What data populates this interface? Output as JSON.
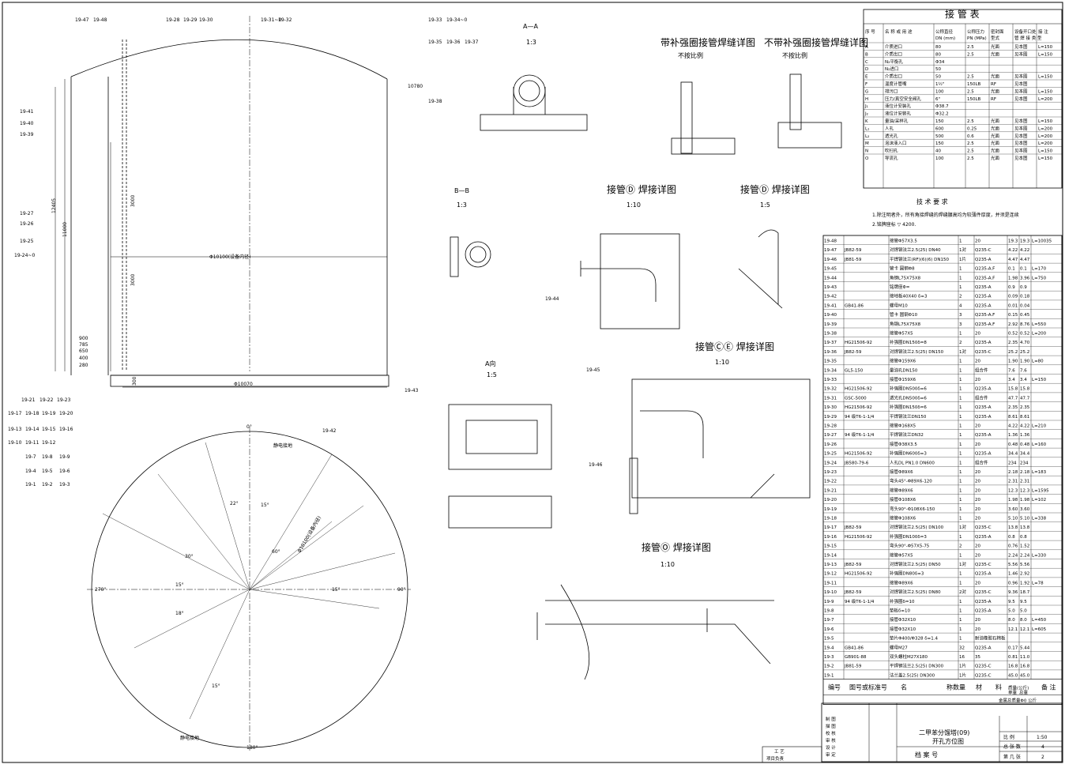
{
  "nozzle_table": {
    "title": "接 管 表",
    "headers": [
      "序 号",
      "名 称 或 用 途",
      "公称直径",
      "公称压力",
      "密封面",
      "设备开口处",
      "接 注"
    ],
    "header_units": [
      "DN (mm)",
      "PN (MPa)",
      "型式",
      "管 焊 接 类 型"
    ],
    "rows": [
      [
        "A",
        "介质进口",
        "80",
        "2.5",
        "光面",
        "见本图",
        "L=150"
      ],
      [
        "B",
        "介质出口",
        "80",
        "2.5",
        "光面",
        "见本图",
        "L=150"
      ],
      [
        "C",
        "N₂平衡孔",
        "Φ34",
        "",
        "",
        "",
        ""
      ],
      [
        "D",
        "N₂进口",
        "50",
        "",
        "",
        "",
        ""
      ],
      [
        "E",
        "介质出口",
        "50",
        "2.5",
        "光面",
        "见本图",
        "L=150"
      ],
      [
        "F",
        "温度计管嘴",
        "1½\"",
        "150LB",
        "RF",
        "见本图",
        ""
      ],
      [
        "G",
        "排污口",
        "100",
        "2.5",
        "光面",
        "见本图",
        "L=150"
      ],
      [
        "H",
        "压力/真空安全阀孔",
        "6\"",
        "150LB",
        "RF",
        "见本图",
        "L=200"
      ],
      [
        "J₁",
        "液位计安装孔",
        "Φ38.7",
        "",
        "",
        "",
        ""
      ],
      [
        "J₂",
        "液位计安装孔",
        "Φ32.2",
        "",
        "",
        "",
        ""
      ],
      [
        "K",
        "量油/采样孔",
        "150",
        "2.5",
        "光面",
        "见本图",
        "L=150"
      ],
      [
        "L₁",
        "人孔",
        "600",
        "0.25",
        "光面",
        "见本图",
        "L=200"
      ],
      [
        "L₂",
        "透光孔",
        "500",
        "0.6",
        "光面",
        "见本图",
        "L=200"
      ],
      [
        "M",
        "泡沫液入口",
        "150",
        "2.5",
        "光面",
        "见本图",
        "L=200"
      ],
      [
        "N",
        "吹扫孔",
        "40",
        "2.5",
        "光面",
        "见本图",
        "L=150"
      ],
      [
        "O",
        "导流孔",
        "100",
        "2.5",
        "光面",
        "见本图",
        "L=150"
      ]
    ]
  },
  "tech_req": {
    "title": "技 术 要 求",
    "lines": [
      "1.除注明者外，所有角接焊缝的焊缝腰高均为较薄件厚度，并须是连续",
      "2.铭牌座标 ▽ 4200."
    ]
  },
  "views": {
    "aa_title": "A—A",
    "aa_scale": "1:3",
    "bb_title": "B—B",
    "bb_scale": "1:3",
    "a_dir_title": "A向",
    "a_dir_scale": "1:5",
    "weld1_title": "带补强圈接管焊缝详图",
    "weld1_scale": "不按比例",
    "weld2_title": "不带补强圈接管焊缝详图",
    "weld2_scale": "不按比例",
    "d1_title": "接管Ⓓ 焊接详图",
    "d1_scale": "1:10",
    "d2_title": "接管Ⓓ 焊接详图",
    "d2_scale": "1:5",
    "d3_title": "接管ⒸⒺ 焊接详图",
    "d3_scale": "1:10",
    "d4_title": "接管Ⓞ 焊接详图",
    "d4_scale": "1:10"
  },
  "tank": {
    "inner_dia": "Φ10100(设备内径)",
    "outer_dia": "Φ10070",
    "height": "11000",
    "total_height": "12405",
    "elev_10780": "10780",
    "half_3000": "3000",
    "bottom_300": "300",
    "levels": [
      "900",
      "785",
      "650",
      "400",
      "280"
    ],
    "plan_dia": "Φ10100(设备内径)",
    "angles": [
      "0°",
      "90°",
      "180°",
      "270°",
      "22°",
      "15°",
      "60°",
      "30°",
      "15°",
      "18°",
      "15°",
      "15°"
    ],
    "grounding": "静电接地"
  },
  "part_labels": [
    "19-47",
    "19-48",
    "19-28",
    "19-29",
    "19-30",
    "19-31~0",
    "19-32",
    "19-33",
    "19-34~0",
    "19-35",
    "19-36",
    "19-37",
    "19-38",
    "19-41",
    "19-40",
    "19-39",
    "19-27",
    "19-26",
    "19-25",
    "19-24~0",
    "19-21",
    "19-22",
    "19-23",
    "19-17",
    "19-18",
    "19-19",
    "19-20",
    "19-13",
    "19-14",
    "19-15",
    "19-16",
    "19-10",
    "19-11",
    "19-12",
    "19-7",
    "19-8",
    "19-9",
    "19-4",
    "19-5",
    "19-6",
    "19-1",
    "19-2",
    "19-3",
    "19-42",
    "19-43",
    "19-44",
    "19-45",
    "19-46"
  ],
  "bom": {
    "rows": [
      [
        "19-48",
        "",
        "接管Φ57X3.5",
        "1",
        "20",
        "19.3",
        "19.3",
        "L=10035"
      ],
      [
        "19-47",
        "JB82-59",
        "对焊钢法兰2.5(25) DN40",
        "1对",
        "Q235-C",
        "4.22",
        "4.22",
        ""
      ],
      [
        "19-46",
        "JB81-59",
        "平焊钢法兰(RF)(6)(6) DN150",
        "1片",
        "Q235-A",
        "4.47",
        "4.47",
        ""
      ],
      [
        "19-45",
        "",
        "管卡 圆钢Φ8",
        "1",
        "Q235-A.F",
        "0.1",
        "0.1",
        "L=170"
      ],
      [
        "19-44",
        "",
        "角钢L75X75X8",
        "1",
        "Q235-A.F",
        "1.98",
        "3.96",
        "L=750"
      ],
      [
        "19-43",
        "",
        "铭牌座Φ=",
        "1",
        "Q235-A",
        "0.9",
        "0.9",
        ""
      ],
      [
        "19-42",
        "",
        "接地板40X40 δ=3",
        "2",
        "Q235-A",
        "0.09",
        "0.18",
        ""
      ],
      [
        "19-41",
        "GB41-86",
        "螺母M10",
        "4",
        "Q235-A",
        "0.01",
        "0.04",
        ""
      ],
      [
        "19-40",
        "",
        "管卡 圆钢Φ10",
        "3",
        "Q235-A.F",
        "0.15",
        "0.45",
        ""
      ],
      [
        "19-39",
        "",
        "角钢L75X75X8",
        "3",
        "Q235-A.F",
        "2.92",
        "8.76",
        "L=550"
      ],
      [
        "19-38",
        "",
        "接管Φ57X5",
        "1",
        "20",
        "0.52",
        "0.52",
        "L=200"
      ],
      [
        "19-37",
        "HG21506-92",
        "补强圈DN150δ=8",
        "2",
        "Q235-A",
        "2.35",
        "4.70",
        ""
      ],
      [
        "19-36",
        "JB82-59",
        "对焊钢法兰2.5(25) DN150",
        "1对",
        "Q235-C",
        "25.2",
        "25.2",
        ""
      ],
      [
        "19-35",
        "",
        "接管Φ159X6",
        "1",
        "20",
        "1.90",
        "1.90",
        "L=80"
      ],
      [
        "19-34",
        "GL5-150",
        "量油孔DN150",
        "1",
        "组合件",
        "7.6",
        "7.6",
        ""
      ],
      [
        "19-33",
        "",
        "接管Φ159X6",
        "1",
        "20",
        "3.4",
        "3.4",
        "L=150"
      ],
      [
        "19-32",
        "HG21506-92",
        "补强圈DN500δ=6",
        "1",
        "Q235-A",
        "15.8",
        "15.8",
        ""
      ],
      [
        "19-31",
        "GSC-5000",
        "透光孔DN500δ=6",
        "1",
        "组合件",
        "47.7",
        "47.7",
        ""
      ],
      [
        "19-30",
        "HG21506-92",
        "补强圈DN150δ=6",
        "1",
        "Q235-A",
        "2.35",
        "2.35",
        ""
      ],
      [
        "19-29",
        "94 级T6-1-1/4",
        "平焊钢法兰DN150",
        "1",
        "Q235-A",
        "8.61",
        "8.61",
        ""
      ],
      [
        "19-28",
        "",
        "接管Φ168X5",
        "1",
        "20",
        "4.22",
        "4.22",
        "L=210"
      ],
      [
        "19-27",
        "94 级T6-1-1/4",
        "平焊钢法兰DN32",
        "1",
        "Q235-A",
        "1.36",
        "1.36",
        ""
      ],
      [
        "19-26",
        "",
        "接管Φ38X3.5",
        "1",
        "20",
        "0.48",
        "0.48",
        "L=160"
      ],
      [
        "19-25",
        "HG21506-92",
        "补强圈DN600δ=3",
        "1",
        "Q235-A",
        "34.4",
        "34.4",
        ""
      ],
      [
        "19-24",
        "JB580-79-6",
        "人孔DL PN1.0 DN600",
        "1",
        "组合件",
        "234",
        "234",
        ""
      ],
      [
        "19-23",
        "",
        "接管Φ89X6",
        "1",
        "20",
        "2.18",
        "2.18",
        "L=183"
      ],
      [
        "19-22",
        "",
        "弯头45°-Φ89X6-120",
        "1",
        "20",
        "2.31",
        "2.31",
        ""
      ],
      [
        "19-21",
        "",
        "接管Φ89X6",
        "1",
        "20",
        "12.3",
        "12.3",
        "L=1595"
      ],
      [
        "19-20",
        "",
        "接管Φ108X6",
        "1",
        "20",
        "1.98",
        "1.98",
        "L=102"
      ],
      [
        "19-19",
        "",
        "弯头90°-Φ108X6-150",
        "1",
        "20",
        "3.60",
        "3.60",
        ""
      ],
      [
        "19-18",
        "",
        "接管Φ108X6",
        "1",
        "20",
        "5.10",
        "5.10",
        "L=338"
      ],
      [
        "19-17",
        "JB82-59",
        "对焊钢法兰2.5(25) DN100",
        "1对",
        "Q235-C",
        "13.8",
        "13.8",
        ""
      ],
      [
        "19-16",
        "HG21506-92",
        "补强圈DN100δ=3",
        "1",
        "Q235-A",
        "0.8",
        "0.8",
        ""
      ],
      [
        "19-15",
        "",
        "弯头90°-Φ57X5-75",
        "2",
        "20",
        "0.76",
        "1.52",
        ""
      ],
      [
        "19-14",
        "",
        "接管Φ57X5",
        "1",
        "20",
        "2.24",
        "2.24",
        "L=330"
      ],
      [
        "19-13",
        "JB82-59",
        "对焊钢法兰2.5(25) DN50",
        "1对",
        "Q235-C",
        "5.56",
        "5.56",
        ""
      ],
      [
        "19-12",
        "HG21506-92",
        "补强圈DN80δ=3",
        "1",
        "Q235-A",
        "1.46",
        "2.92",
        ""
      ],
      [
        "19-11",
        "",
        "接管Φ89X6",
        "1",
        "20",
        "0.96",
        "1.92",
        "L=78"
      ],
      [
        "19-10",
        "JB82-59",
        "对焊钢法兰2.5(25) DN80",
        "2对",
        "Q235-C",
        "9.36",
        "18.7",
        ""
      ],
      [
        "19-9",
        "94 级T6-1-1/4",
        "补强圈δ=10",
        "1",
        "Q235-A",
        "9.5",
        "9.5",
        ""
      ],
      [
        "19-8",
        "",
        "垫板δ=10",
        "1",
        "Q235-A",
        "5.0",
        "5.0",
        ""
      ],
      [
        "19-7",
        "",
        "接管Φ32X10",
        "1",
        "20",
        "8.0",
        "8.0",
        "L=450"
      ],
      [
        "19-6",
        "",
        "接管Φ32X10",
        "1",
        "20",
        "12.1",
        "12.1",
        "L=605"
      ],
      [
        "19-5",
        "",
        "垫片Φ400/Φ328 δ=1.4",
        "1",
        "耐油橡胶石棉板",
        "",
        "",
        ""
      ],
      [
        "19-4",
        "GB41-86",
        "螺母M27",
        "32",
        "Q235-A",
        "0.17",
        "5.44",
        ""
      ],
      [
        "19-3",
        "GB901-88",
        "双头螺柱M27X180",
        "16",
        "35",
        "0.81",
        "11.0",
        ""
      ],
      [
        "19-2",
        "JB81-59",
        "平焊钢法兰2.5(25) DN300",
        "1片",
        "Q235-C",
        "16.8",
        "16.8",
        ""
      ],
      [
        "19-1",
        "",
        "法兰盖2.5(25) DN300",
        "1片",
        "Q235-C",
        "45.0",
        "45.0",
        ""
      ]
    ],
    "footer": [
      "编号",
      "图号或标准号",
      "名",
      "称数量",
      "材",
      "料",
      "质量(公斤)",
      "备 注"
    ],
    "footer_sub": [
      "单重",
      "总重"
    ],
    "footer_total": "金属总质量Φ0  公斤"
  },
  "title_block": {
    "roles": [
      "制 图",
      "描 图",
      "校 核",
      "审 核",
      "设 计",
      "审 定"
    ],
    "sign_rows": [
      "工 艺",
      "项目负责"
    ],
    "name": "二甲苯分馏塔(09)",
    "sub": "开孔方位图",
    "archive": "档 案 号",
    "scale_label": "比 例",
    "scale": "1:50",
    "sheets_label": "总 张 数",
    "sheets": "4",
    "sheet_label": "第 几 张",
    "sheet": "2"
  },
  "colors": {
    "line": "#000000",
    "paper": "#ffffff"
  }
}
